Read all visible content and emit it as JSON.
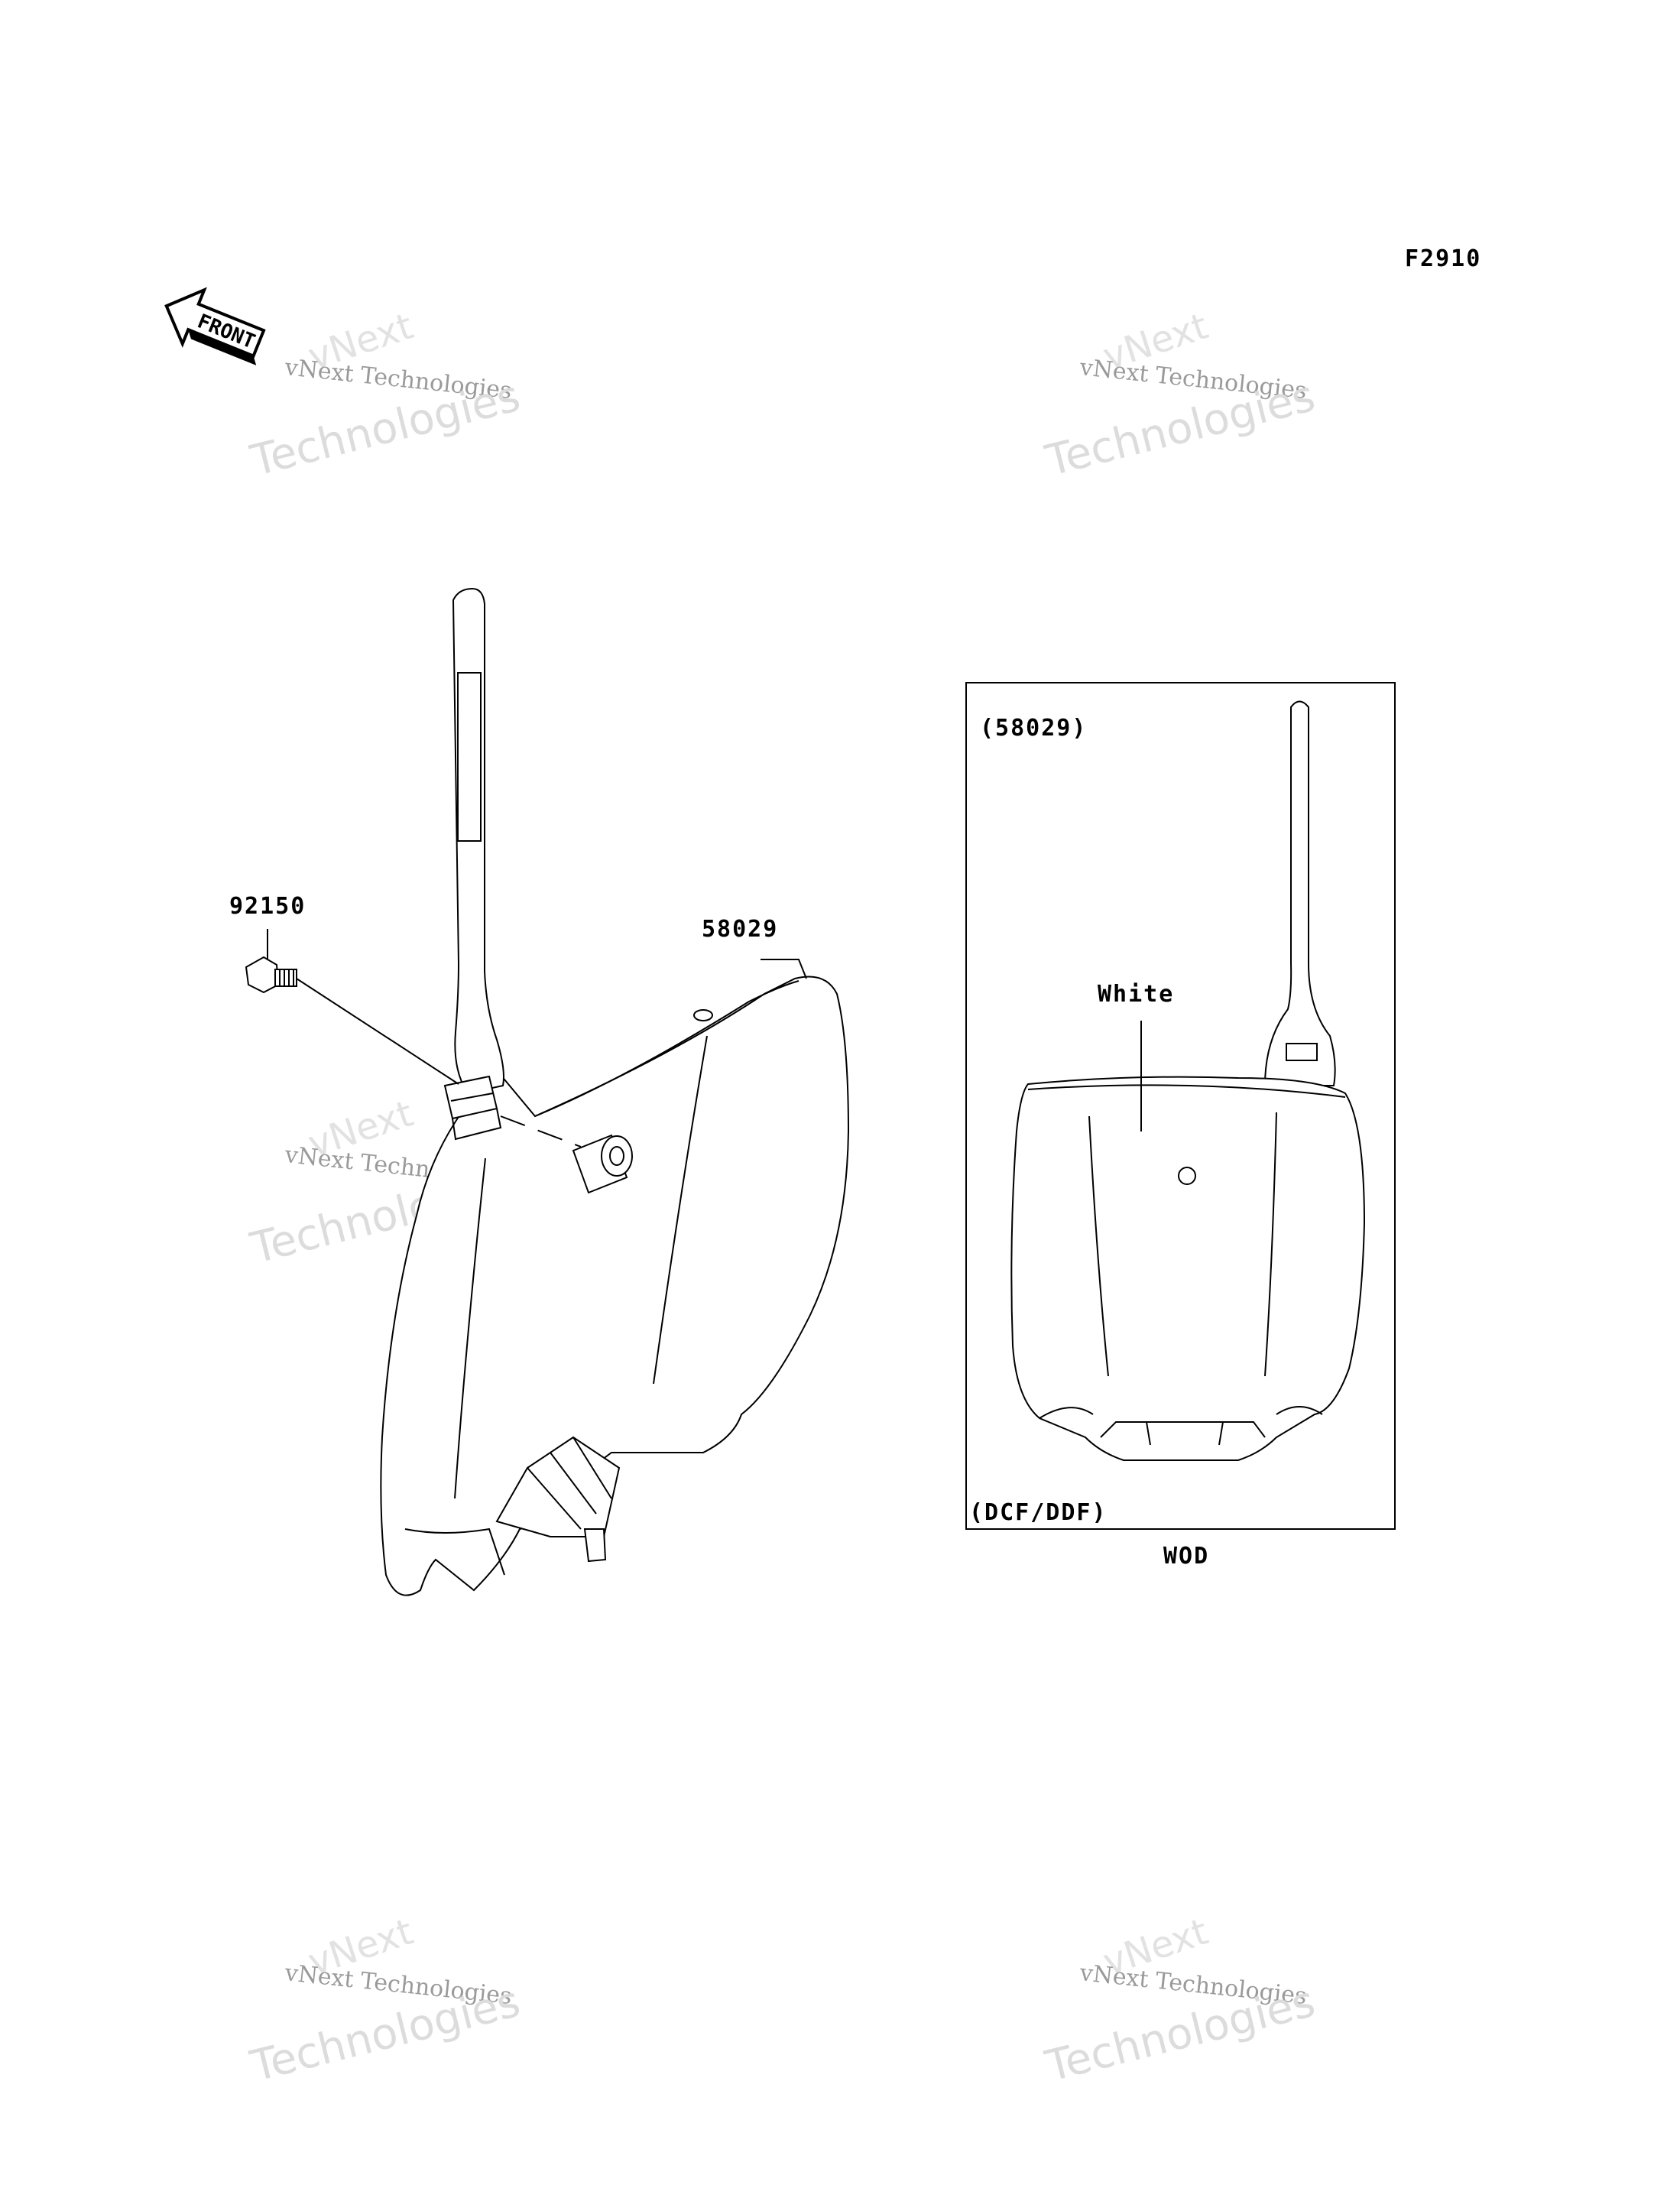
{
  "diagram": {
    "figure_code": "F2910",
    "front_label": "FRONT",
    "callouts": {
      "bolt": "92150",
      "plate": "58029",
      "inset_part": "(58029)",
      "color": "White",
      "inset_variant": "(DCF/DDF)",
      "inset_caption": "WOD"
    },
    "watermark": {
      "line1": "vNext",
      "line2": "vNext Technologies",
      "line3": "Technologies"
    }
  }
}
